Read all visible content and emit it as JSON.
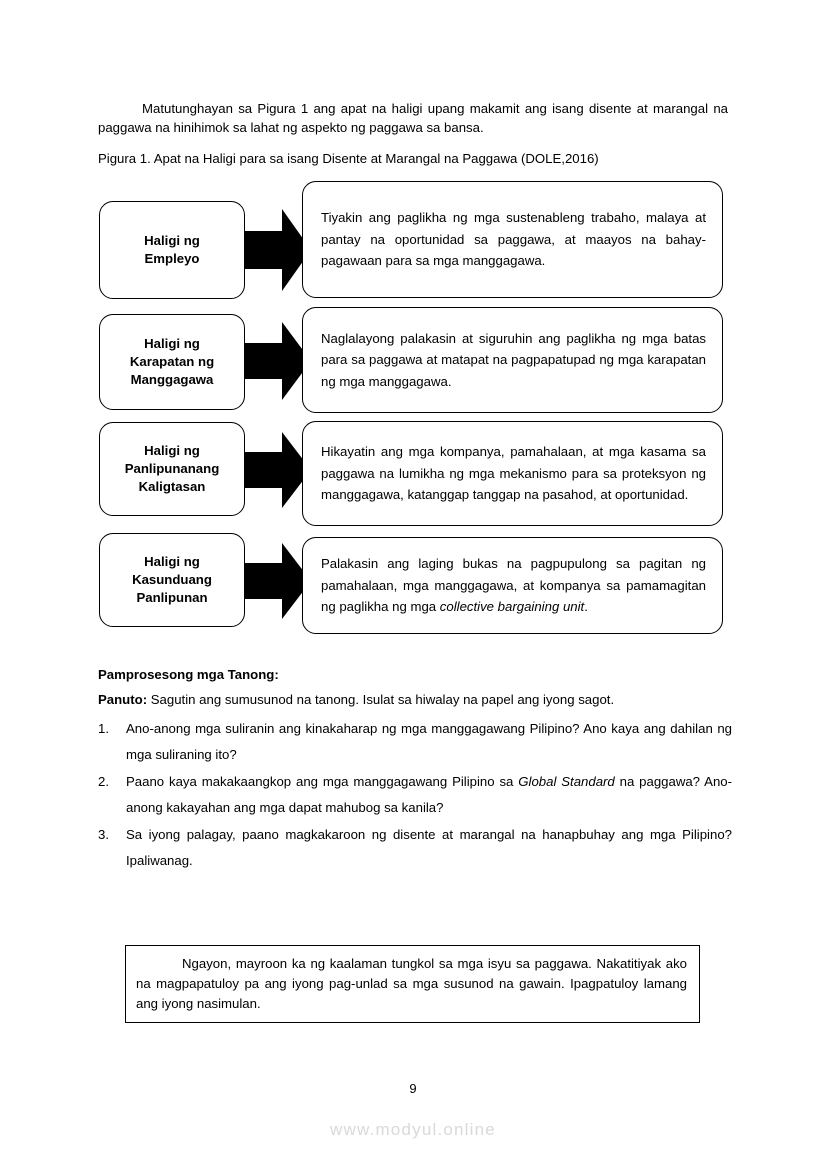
{
  "document": {
    "intro_paragraph": "Matutunghayan sa Pigura 1 ang apat na haligi upang makamit ang isang disente at marangal na paggawa na hinihimok sa lahat ng aspekto ng paggawa sa bansa.",
    "figure_caption": "Pigura 1. Apat na Haligi para sa isang Disente at Marangal na Paggawa (DOLE,2016)",
    "page_number": "9",
    "watermark": "www.modyul.online"
  },
  "figure": {
    "rows": [
      {
        "pillar": "Haligi ng\nEmpleyo",
        "pillar_line1": "Haligi ng",
        "pillar_line2": "Empleyo",
        "arrow": "right-arrow-icon",
        "description": "Tiyakin ang paglikha ng mga sustenableng trabaho, malaya at pantay na oportunidad sa paggawa, at maayos na bahay-pagawaan para sa mga manggagawa."
      },
      {
        "pillar_line1": "Haligi ng",
        "pillar_line2": "Karapatan ng",
        "pillar_line3": "Manggagawa",
        "arrow": "right-arrow-icon",
        "description": "Naglalayong palakasin at siguruhin ang paglikha ng mga batas para sa paggawa at matapat na pagpapatupad ng mga karapatan ng mga manggagawa."
      },
      {
        "pillar_line1": "Haligi ng",
        "pillar_line2": "Panlipunanang",
        "pillar_line3": "Kaligtasan",
        "arrow": "right-arrow-icon",
        "description": "Hikayatin ang mga kompanya, pamahalaan, at mga kasama sa paggawa na lumikha ng mga mekanismo para sa proteksyon ng manggagawa, katanggap tanggap na pasahod, at oportunidad."
      },
      {
        "pillar_line1": "Haligi ng",
        "pillar_line2": "Kasunduang",
        "pillar_line3": "Panlipunan",
        "arrow": "right-arrow-icon",
        "description_part1": "Palakasin ang laging bukas na pagpupulong sa pagitan ng pamahalaan, mga manggagawa, at kompanya sa pamamagitan ng paglikha ng mga ",
        "description_italic": "collective bargaining unit",
        "description_part2": "."
      }
    ]
  },
  "questions": {
    "heading": "Pamprosesong mga Tanong:",
    "panuto_label": "Panuto:",
    "panuto_text": " Sagutin ang sumusunod na tanong. Isulat sa hiwalay na papel ang iyong sagot.",
    "items": [
      {
        "number": "1.",
        "text": "Ano-anong mga suliranin ang kinakaharap ng mga manggagawang Pilipino? Ano kaya ang dahilan ng mga suliraning ito?"
      },
      {
        "number": "2.",
        "part1": "Paano kaya makakaangkop ang mga manggagawang Pilipino sa ",
        "italic": "Global Standard",
        "part2": " na paggawa? Ano-anong kakayahan ang mga dapat mahubog sa kanila?"
      },
      {
        "number": "3.",
        "text": "Sa iyong palagay, paano magkakaroon ng disente at marangal na hanapbuhay ang mga Pilipino? Ipaliwanag."
      }
    ]
  },
  "closing": {
    "text": "Ngayon, mayroon ka ng kaalaman tungkol sa mga isyu sa paggawa. Nakatitiyak ako na magpapatuloy pa ang iyong pag-unlad sa mga susunod na gawain. Ipagpatuloy lamang ang iyong nasimulan."
  },
  "colors": {
    "text": "#000000",
    "background": "#ffffff",
    "border": "#000000",
    "arrow_fill": "#000000",
    "watermark": "#d9d9d9"
  }
}
